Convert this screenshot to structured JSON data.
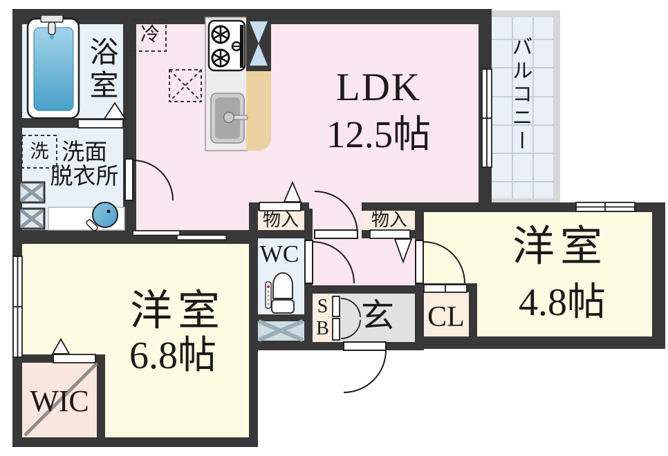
{
  "rooms": {
    "ldk": {
      "name": "LDK",
      "size": "12.5帖"
    },
    "bedroom_68": {
      "name": "洋室",
      "size": "6.8帖"
    },
    "bedroom_48": {
      "name": "洋室",
      "size": "4.8帖"
    },
    "bathroom": {
      "name": "浴室"
    },
    "washroom": {
      "line1": "洗面",
      "line2": "脱衣所"
    },
    "balcony": {
      "name": "バルコニー"
    },
    "wc": {
      "name": "WC"
    },
    "entrance": {
      "name": "玄"
    },
    "closet": {
      "name": "CL"
    },
    "walk_in_closet": {
      "name": "WIC"
    },
    "storage_left": {
      "name": "物入"
    },
    "storage_right": {
      "name": "物入"
    },
    "shoe_box": {
      "line1": "S",
      "line2": "B"
    },
    "washer_box": {
      "name": "洗"
    },
    "fridge_box": {
      "name": "冷"
    }
  },
  "colors": {
    "wall": "#383838",
    "ldk_pink": "#fae7ef",
    "room_yellow": "#fdfce2",
    "closet_cream": "#fbeee1",
    "wic_pink": "#f9e7dd",
    "wet_area_blue": "#e9f1f8",
    "entrance_gray": "#e2e2e2",
    "balcony_frame": "#d7d7d7",
    "balcony_floor": "#e9f0f8",
    "counter_tan": "#ecd2a0",
    "bathtub_blue": "#5fb0d4"
  }
}
